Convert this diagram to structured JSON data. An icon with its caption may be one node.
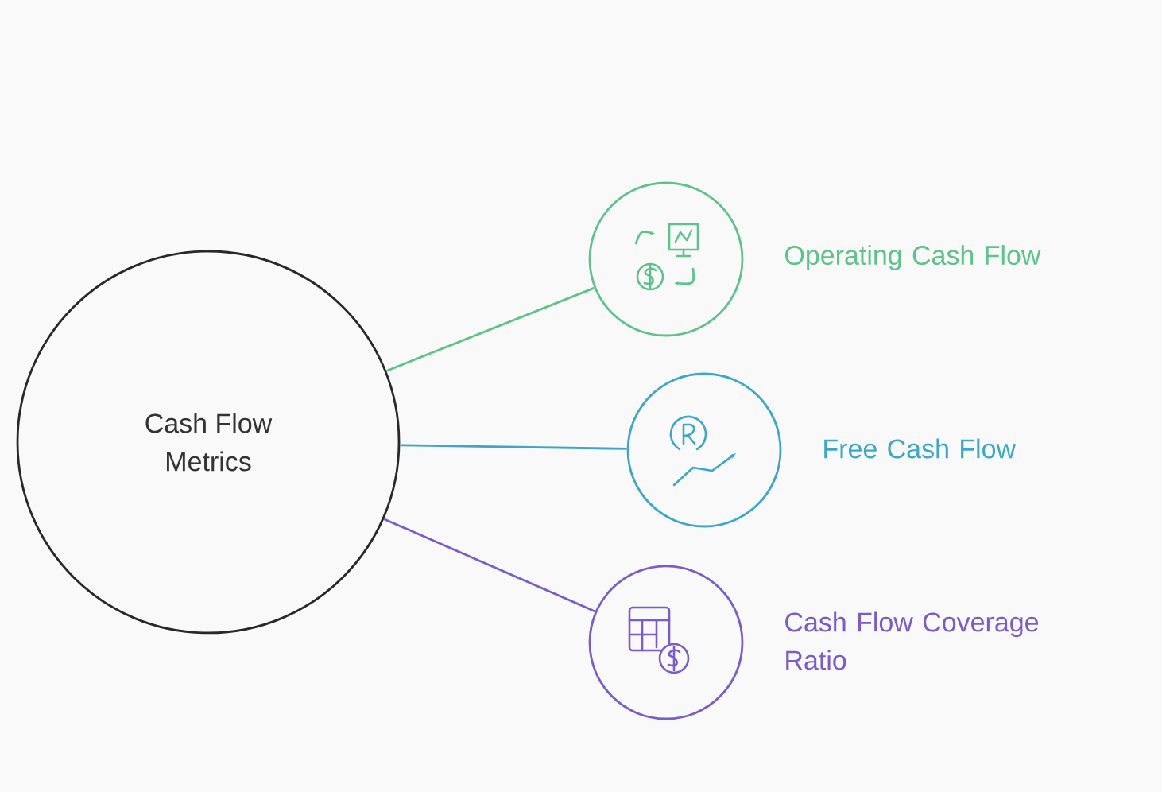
{
  "diagram": {
    "nodes": [
      {
        "text": [
          "Cash Flow Metrics"
        ]
      },
      {
        "text": [],
        "shape": "circle",
        "beside": [
          "Operating Cash Flow"
        ]
      },
      {
        "text": [],
        "shape": "circle",
        "beside": [
          "Free Cash Flow"
        ]
      },
      {
        "text": [],
        "shape": "circle",
        "beside": [
          "Cash Flow Coverage Ratio"
        ]
      }
    ],
    "edges": [
      {
        "from": 0,
        "to": 1,
        "arrow": "none",
        "color": "#5cc48a"
      },
      {
        "from": 0,
        "to": 2,
        "arrow": "none",
        "color": "#3aa8c8"
      },
      {
        "from": 0,
        "to": 3,
        "arrow": "none",
        "color": "#7a5ccc"
      }
    ]
  }
}
